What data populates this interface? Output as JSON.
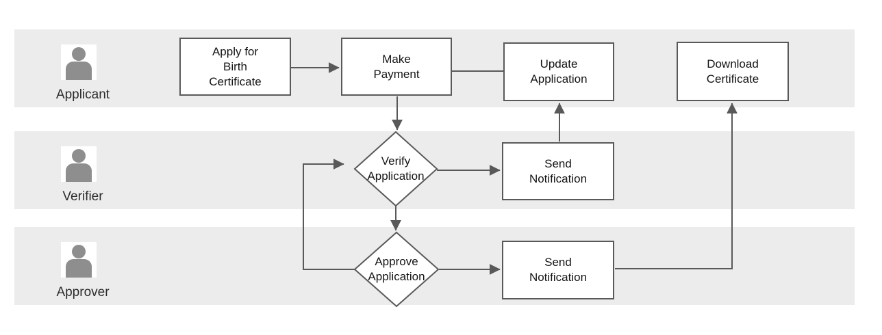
{
  "lanes": [
    {
      "id": "applicant",
      "label": "Applicant",
      "icon": "person-icon"
    },
    {
      "id": "verifier",
      "label": "Verifier",
      "icon": "person-icon"
    },
    {
      "id": "approver",
      "label": "Approver",
      "icon": "person-icon"
    }
  ],
  "nodes": {
    "apply": {
      "label": "Apply for\nBirth\nCertificate",
      "type": "process",
      "lane": "Applicant"
    },
    "make_payment": {
      "label": "Make\nPayment",
      "type": "process",
      "lane": "Applicant"
    },
    "update_application": {
      "label": "Update\nApplication",
      "type": "process",
      "lane": "Applicant"
    },
    "download_certificate": {
      "label": "Download\nCertificate",
      "type": "process",
      "lane": "Applicant"
    },
    "verify_application": {
      "label": "Verify\nApplication",
      "type": "decision",
      "lane": "Verifier"
    },
    "send_notification_verifier": {
      "label": "Send\nNotification",
      "type": "process",
      "lane": "Verifier"
    },
    "approve_application": {
      "label": "Approve\nApplication",
      "type": "decision",
      "lane": "Approver"
    },
    "send_notification_approver": {
      "label": "Send\nNotification",
      "type": "process",
      "lane": "Approver"
    }
  },
  "edges": [
    {
      "from": "apply",
      "to": "make_payment",
      "arrow": true
    },
    {
      "from": "make_payment",
      "to": "verify_application",
      "arrow": true
    },
    {
      "from": "make_payment",
      "to": "update_application",
      "arrow": false
    },
    {
      "from": "verify_application",
      "to": "send_notification_verifier",
      "arrow": true
    },
    {
      "from": "send_notification_verifier",
      "to": "update_application",
      "arrow": true
    },
    {
      "from": "verify_application",
      "to": "approve_application",
      "arrow": true
    },
    {
      "from": "approve_application",
      "to": "verify_application",
      "arrow": true
    },
    {
      "from": "approve_application",
      "to": "send_notification_approver",
      "arrow": true
    },
    {
      "from": "send_notification_approver",
      "to": "download_certificate",
      "arrow": true
    }
  ],
  "colors": {
    "lane_fill": "#ececec",
    "line": "#595959",
    "node_fill": "#ffffff",
    "node_border": "#595959",
    "node_text": "#141414",
    "lane_label_text": "#2b2b2b",
    "person_icon": "#8e8e8e",
    "background": "#ffffff"
  }
}
